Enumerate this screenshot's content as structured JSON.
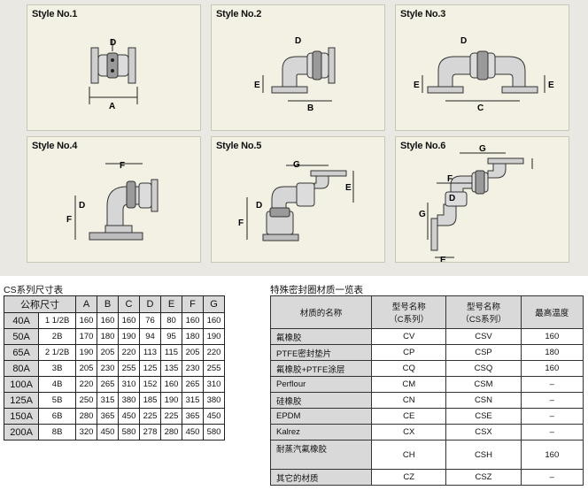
{
  "panels": [
    {
      "title": "Style No.1",
      "dims": [
        "D",
        "A"
      ]
    },
    {
      "title": "Style No.2",
      "dims": [
        "D",
        "E",
        "B"
      ]
    },
    {
      "title": "Style No.3",
      "dims": [
        "D",
        "E",
        "E",
        "C"
      ]
    },
    {
      "title": "Style No.4",
      "dims": [
        "F",
        "D",
        "F"
      ]
    },
    {
      "title": "Style No.5",
      "dims": [
        "G",
        "E",
        "D",
        "F"
      ]
    },
    {
      "title": "Style No.6",
      "dims": [
        "G",
        "F",
        "D",
        "G",
        "E"
      ]
    }
  ],
  "dimension_table": {
    "title": "CS系列尺寸表",
    "nominal_header": "公称尺寸",
    "columns": [
      "A",
      "B",
      "C",
      "D",
      "E",
      "F",
      "G"
    ],
    "rows": [
      {
        "size": "40A",
        "inch": "1 1/2B",
        "values": [
          "160",
          "160",
          "160",
          "76",
          "80",
          "160",
          "160"
        ]
      },
      {
        "size": "50A",
        "inch": "2B",
        "values": [
          "170",
          "180",
          "190",
          "94",
          "95",
          "180",
          "190"
        ]
      },
      {
        "size": "65A",
        "inch": "2 1/2B",
        "values": [
          "190",
          "205",
          "220",
          "113",
          "115",
          "205",
          "220"
        ]
      },
      {
        "size": "80A",
        "inch": "3B",
        "values": [
          "205",
          "230",
          "255",
          "125",
          "135",
          "230",
          "255"
        ]
      },
      {
        "size": "100A",
        "inch": "4B",
        "values": [
          "220",
          "265",
          "310",
          "152",
          "160",
          "265",
          "310"
        ]
      },
      {
        "size": "125A",
        "inch": "5B",
        "values": [
          "250",
          "315",
          "380",
          "185",
          "190",
          "315",
          "380"
        ]
      },
      {
        "size": "150A",
        "inch": "6B",
        "values": [
          "280",
          "365",
          "450",
          "225",
          "225",
          "365",
          "450"
        ]
      },
      {
        "size": "200A",
        "inch": "8B",
        "values": [
          "320",
          "450",
          "580",
          "278",
          "280",
          "450",
          "580"
        ]
      }
    ]
  },
  "material_table": {
    "title": "特殊密封圈材质一览表",
    "headers": {
      "material": "材质的名称",
      "c_model_line1": "型号名称",
      "c_model_line2": "（C系列）",
      "cs_model_line1": "型号名称",
      "cs_model_line2": "（CS系列）",
      "max_temp": "最高温度"
    },
    "rows": [
      {
        "name": "氟橡胶",
        "c": "CV",
        "cs": "CSV",
        "temp": "160"
      },
      {
        "name": "PTFE密封垫片",
        "c": "CP",
        "cs": "CSP",
        "temp": "180"
      },
      {
        "name": "氟橡胶+PTFE涂层",
        "c": "CQ",
        "cs": "CSQ",
        "temp": "160"
      },
      {
        "name": "Perflour",
        "c": "CM",
        "cs": "CSM",
        "temp": "–"
      },
      {
        "name": "硅橡胶",
        "c": "CN",
        "cs": "CSN",
        "temp": "–"
      },
      {
        "name": "EPDM",
        "c": "CE",
        "cs": "CSE",
        "temp": "–"
      },
      {
        "name": "Kalrez",
        "c": "CX",
        "cs": "CSX",
        "temp": "–"
      },
      {
        "name": "耐蒸汽氟橡胶",
        "c": "CH",
        "cs": "CSH",
        "temp": "160"
      },
      {
        "name": "其它的材质",
        "c": "CZ",
        "cs": "CSZ",
        "temp": "–"
      }
    ]
  }
}
